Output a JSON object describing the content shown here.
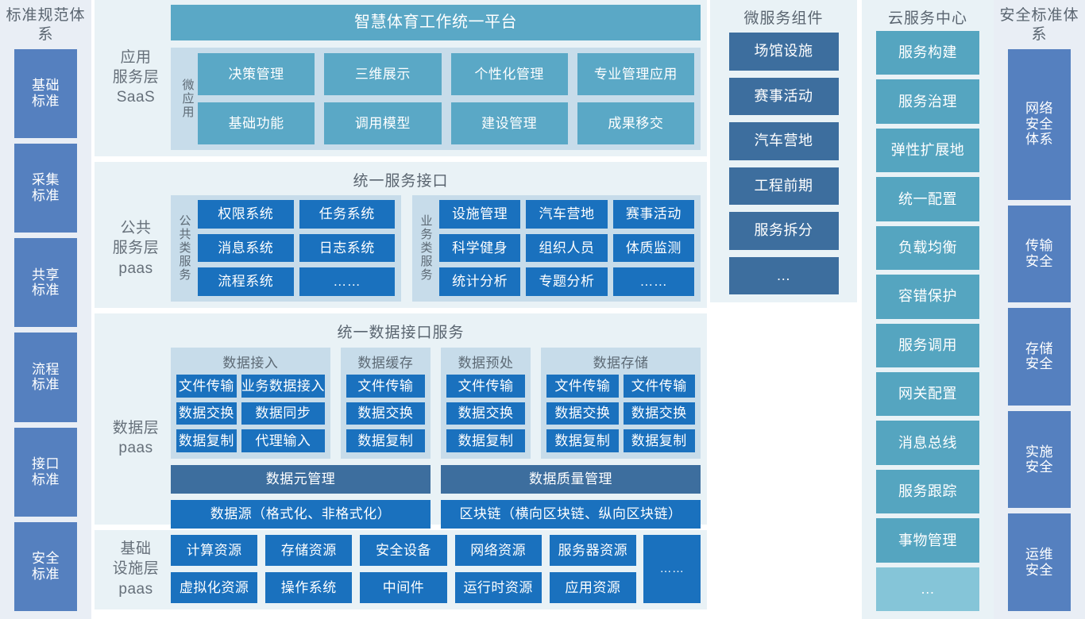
{
  "left_sidebar": {
    "title": "标准规范体系",
    "items": [
      {
        "label": "基础\n标准"
      },
      {
        "label": "采集\n标准"
      },
      {
        "label": "共享\n标准"
      },
      {
        "label": "流程\n标准"
      },
      {
        "label": "接口\n标准"
      },
      {
        "label": "安全\n标准"
      }
    ]
  },
  "right_sidebar": {
    "title": "安全标准体系",
    "items": [
      {
        "label": "网络\n安全\n体系",
        "flex": 1.55
      },
      {
        "label": "传输\n安全",
        "flex": 1
      },
      {
        "label": "存储\n安全",
        "flex": 1
      },
      {
        "label": "实施\n安全",
        "flex": 1
      },
      {
        "label": "运维\n安全",
        "flex": 1
      }
    ]
  },
  "app_layer": {
    "layer_label": "应用\n服务层\nSaaS",
    "platform_bar": "智慧体育工作统一平台",
    "group_vlabel": "微应用",
    "items": [
      "决策管理",
      "三维展示",
      "个性化管理",
      "专业管理应用",
      "基础功能",
      "调用模型",
      "建设管理",
      "成果移交"
    ]
  },
  "service_layer": {
    "section_title": "统一服务接口",
    "layer_label": "公共\n服务层\npaas",
    "public_group": {
      "vlabel": "公共类服务",
      "items": [
        "权限系统",
        "任务系统",
        "消息系统",
        "日志系统",
        "流程系统",
        "……"
      ]
    },
    "business_group": {
      "vlabel": "业务类服务",
      "items": [
        "设施管理",
        "汽车营地",
        "赛事活动",
        "科学健身",
        "组织人员",
        "体质监测",
        "统计分析",
        "专题分析",
        "……"
      ]
    }
  },
  "data_layer": {
    "section_title": "统一数据接口服务",
    "layer_label": "数据层\npaas",
    "columns": [
      {
        "id": "dc-access",
        "title": "数据接入",
        "cols": 2,
        "items": [
          "文件传输",
          "业务数据接入",
          "数据交换",
          "数据同步",
          "数据复制",
          "代理输入"
        ]
      },
      {
        "id": "dc-cache",
        "title": "数据缓存",
        "cols": 1,
        "items": [
          "文件传输",
          "数据交换",
          "数据复制"
        ]
      },
      {
        "id": "dc-pre",
        "title": "数据预处",
        "cols": 1,
        "items": [
          "文件传输",
          "数据交换",
          "数据复制"
        ]
      },
      {
        "id": "dc-store",
        "title": "数据存储",
        "cols": 2,
        "items": [
          "文件传输",
          "文件传输",
          "数据交换",
          "数据交换",
          "数据复制",
          "数据复制"
        ]
      }
    ],
    "mid_bars": [
      "数据元管理",
      "数据质量管理"
    ],
    "bottom_bars": [
      "数据源（格式化、非格式化）",
      "区块链（横向区块链、纵向区块链）"
    ]
  },
  "infra_layer": {
    "layer_label": "基础\n设施层\npaas",
    "items": [
      "计算资源",
      "存储资源",
      "安全设备",
      "网络资源",
      "服务器资源",
      "虚拟化资源",
      "操作系统",
      "中间件",
      "运行时资源",
      "应用资源"
    ],
    "ellipsis": "……"
  },
  "micro_services": {
    "title": "微服务组件",
    "items": [
      "场馆设施",
      "赛事活动",
      "汽车营地",
      "工程前期",
      "服务拆分",
      "…"
    ]
  },
  "cloud_center": {
    "title": "云服务中心",
    "items": [
      {
        "label": "服务构建",
        "muted": false
      },
      {
        "label": "服务治理",
        "muted": false
      },
      {
        "label": "弹性扩展地",
        "muted": false
      },
      {
        "label": "统一配置",
        "muted": false
      },
      {
        "label": "负载均衡",
        "muted": false
      },
      {
        "label": "容错保护",
        "muted": false
      },
      {
        "label": "服务调用",
        "muted": false
      },
      {
        "label": "网关配置",
        "muted": false
      },
      {
        "label": "消息总线",
        "muted": false
      },
      {
        "label": "服务跟踪",
        "muted": false
      },
      {
        "label": "事物管理",
        "muted": false
      },
      {
        "label": "…",
        "muted": true
      }
    ]
  },
  "colors": {
    "panel_bg": "#e9f2f6",
    "group_bg": "#c7dcea",
    "blue": "#1a71be",
    "teal": "#5aa8c6",
    "slate": "#3d6e9e",
    "sidebar_box": "#5580bf",
    "sidebar_bg": "#e9eef5",
    "cloud_box": "#55a5c0",
    "text_gray": "#5d6a75"
  }
}
